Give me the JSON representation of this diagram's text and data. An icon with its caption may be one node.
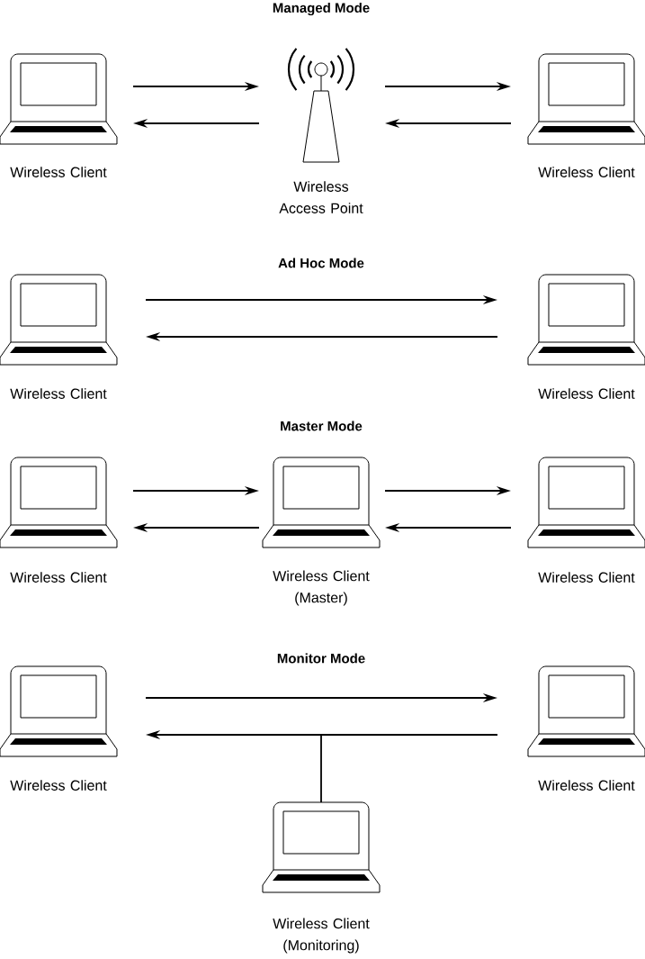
{
  "diagram": {
    "nodes": [
      {
        "text": [
          "Wireless Client"
        ]
      },
      {
        "text": [
          "Wireless Access Point"
        ]
      },
      {
        "text": [
          "Wireless Client"
        ]
      },
      {
        "text": [
          "Wireless Client"
        ]
      },
      {
        "text": [
          "Wireless Client"
        ]
      },
      {
        "text": [
          "Wireless Client"
        ]
      },
      {
        "text": [
          "Wireless Client (Master)"
        ]
      },
      {
        "text": [
          "Wireless Client"
        ]
      },
      {
        "text": [
          "Wireless Client"
        ]
      },
      {
        "text": [
          "Wireless Client"
        ]
      },
      {
        "text": [
          "Wireless Client (Monitoring)"
        ]
      }
    ],
    "edges": [
      {
        "from": 0,
        "to": 1,
        "arrow": "to"
      },
      {
        "from": 1,
        "to": 0,
        "arrow": "to"
      },
      {
        "from": 1,
        "to": 2,
        "arrow": "to"
      },
      {
        "from": 2,
        "to": 1,
        "arrow": "to"
      },
      {
        "from": 3,
        "to": 4,
        "arrow": "to"
      },
      {
        "from": 4,
        "to": 3,
        "arrow": "to"
      },
      {
        "from": 5,
        "to": 6,
        "arrow": "to"
      },
      {
        "from": 6,
        "to": 5,
        "arrow": "to"
      },
      {
        "from": 6,
        "to": 7,
        "arrow": "to"
      },
      {
        "from": 7,
        "to": 6,
        "arrow": "to"
      },
      {
        "from": 8,
        "to": 9,
        "arrow": "to"
      },
      {
        "from": 9,
        "to": 8,
        "arrow": "to"
      },
      {
        "from": 10,
        "to": null,
        "arrow": "none"
      }
    ],
    "labels": [
      "Managed Mode",
      "Ad Hoc Mode",
      "Master Mode",
      "Monitor Mode"
    ]
  }
}
